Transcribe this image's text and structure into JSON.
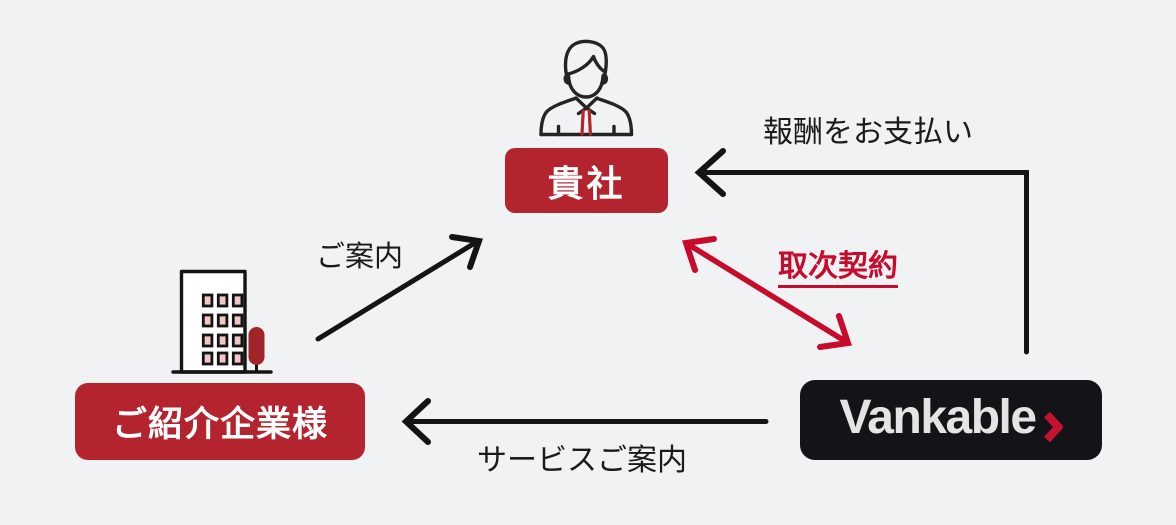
{
  "diagram": {
    "background_color": "#f1f2f4",
    "nodes": {
      "your_company": {
        "label": "貴社",
        "badge_color": "#b3242e",
        "text_color": "#ffffff",
        "icon": "businessman-icon"
      },
      "referral_company": {
        "label": "ご紹介企業様",
        "badge_color": "#b3242e",
        "text_color": "#ffffff",
        "icon": "building-icon"
      },
      "vankable": {
        "label": "Vankable",
        "badge_color": "#141418",
        "text_color": "#e4e4e4",
        "icon": "chevron-right-icon",
        "chevron_color": "#c41230"
      }
    },
    "edges": {
      "payment": {
        "label": "報酬をお支払い",
        "from": "vankable",
        "to": "your_company",
        "color": "#141414",
        "style": "elbow-single-head"
      },
      "agency_contract": {
        "label": "取次契約",
        "from": "your_company",
        "to": "vankable",
        "color": "#c60b2c",
        "style": "diagonal-double-head",
        "underlined_label": true
      },
      "introduction": {
        "label": "ご案内",
        "from": "referral_company",
        "to": "your_company",
        "color": "#141414",
        "style": "diagonal-single-head"
      },
      "service_introduction": {
        "label": "サービスご案内",
        "from": "vankable",
        "to": "referral_company",
        "color": "#141414",
        "style": "straight-single-head"
      }
    }
  }
}
